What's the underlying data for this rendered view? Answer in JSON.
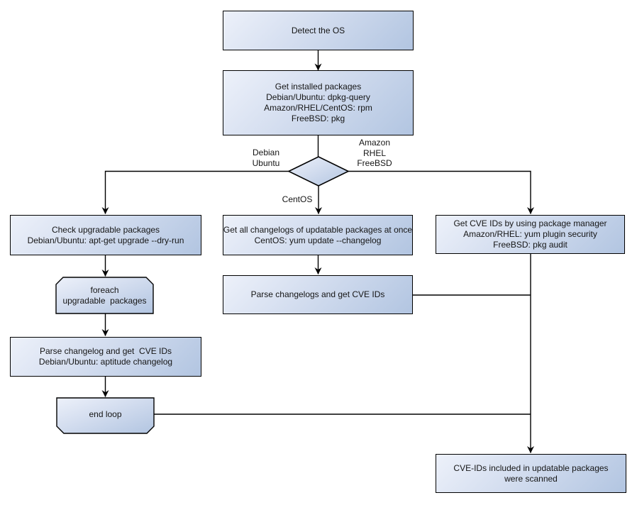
{
  "diagram": {
    "nodes": {
      "detect_os": {
        "label": "Detect the OS"
      },
      "get_installed": {
        "label": "Get installed packages\nDebian/Ubuntu: dpkg-query\nAmazon/RHEL/CentOS: rpm\nFreeBSD: pkg"
      },
      "check_upgradable": {
        "label": "Check upgradable packages\nDebian/Ubuntu: apt-get upgrade --dry-run"
      },
      "foreach_loop": {
        "label": "foreach\nupgradable  packages"
      },
      "parse_changelog": {
        "label": "Parse changelog and get  CVE IDs\nDebian/Ubuntu: aptitude changelog"
      },
      "end_loop": {
        "label": "end loop"
      },
      "get_changelogs_once": {
        "label": "Get all changelogs of updatable packages at once\nCentOS: yum update --changelog"
      },
      "parse_changelogs": {
        "label": "Parse changelogs and get CVE IDs"
      },
      "get_cve_pkg_mgr": {
        "label": "Get CVE IDs by using package manager\nAmazon/RHEL: yum plugin security\nFreeBSD: pkg audit"
      },
      "scanned_result": {
        "label": "CVE-IDs included in updatable packages\nwere scanned"
      }
    },
    "edge_labels": {
      "debian_ubuntu": "Debian\nUbuntu",
      "amazon_rhel_freebsd": "Amazon\nRHEL\nFreeBSD",
      "centos": "CentOS"
    },
    "colors": {
      "node_fill_light": "#edf1fa",
      "node_fill_dark": "#b2c5e1",
      "node_border": "#010101",
      "connector": "#000000",
      "text": "#151515",
      "background": "#ffffff"
    }
  }
}
